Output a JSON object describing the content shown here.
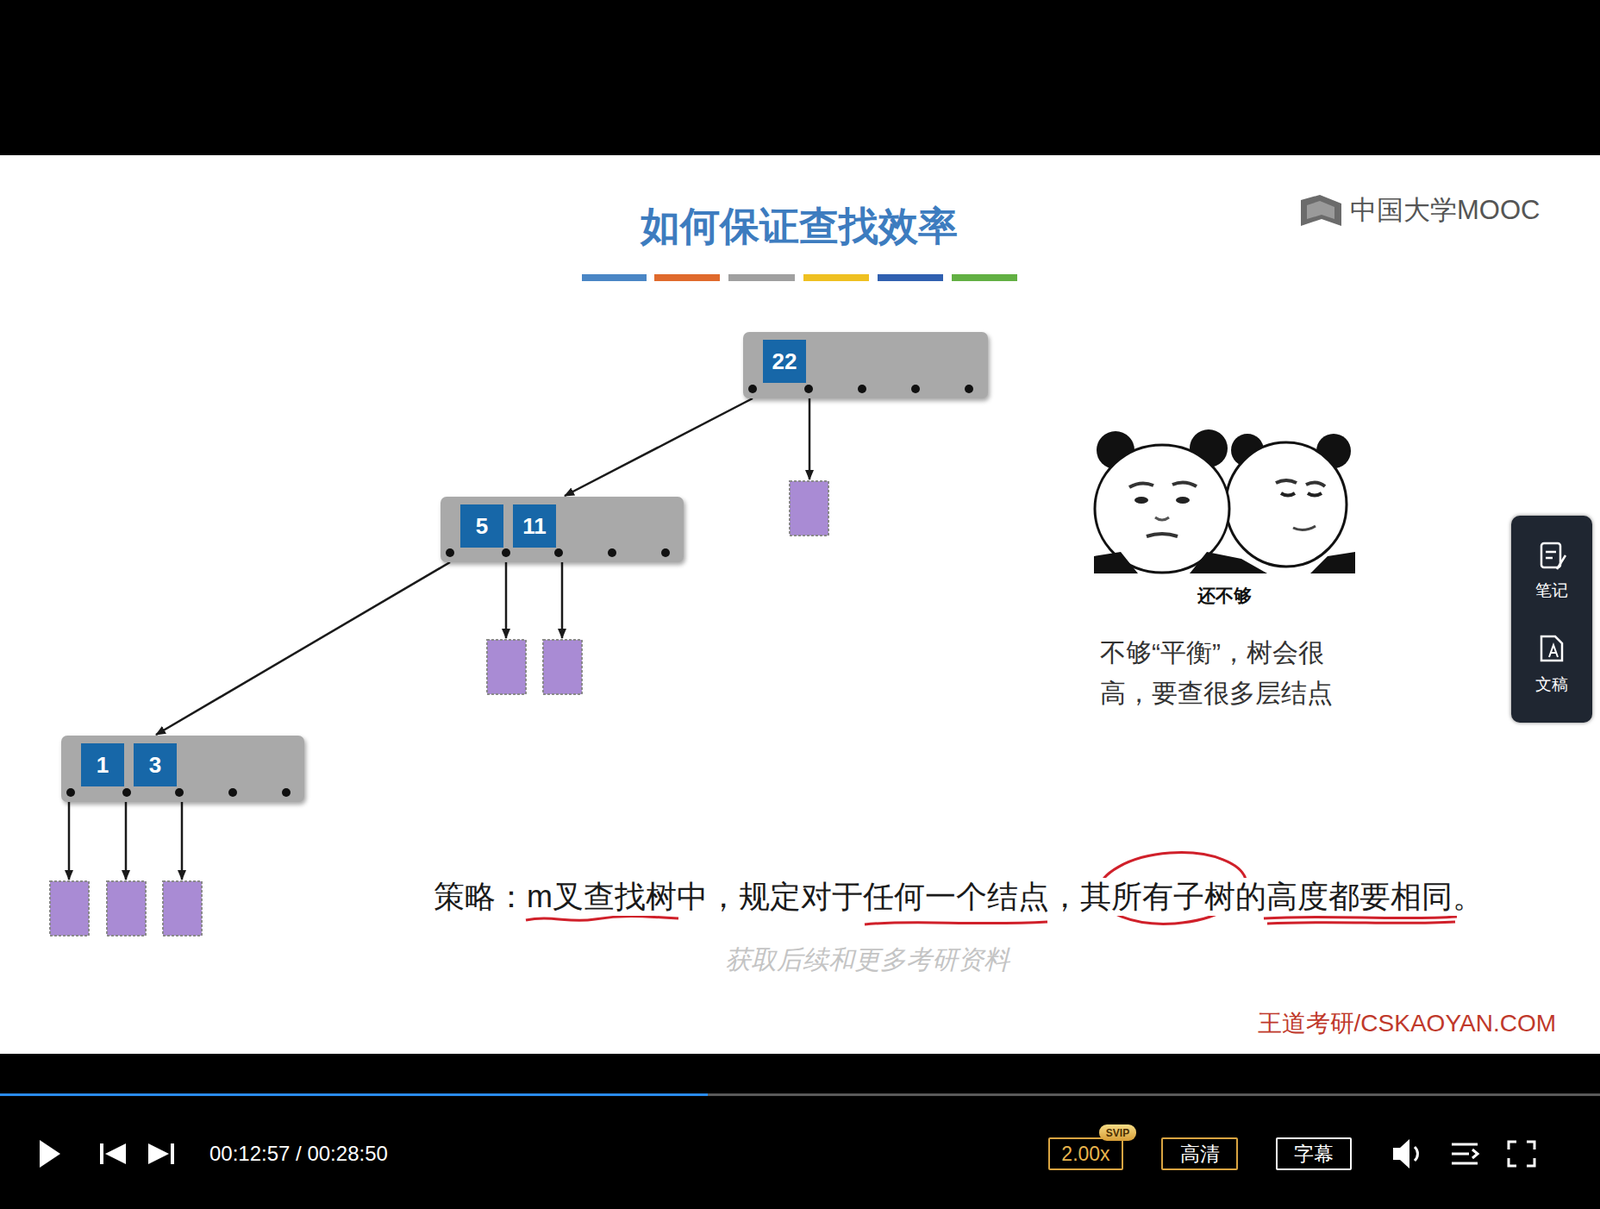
{
  "diagram": {
    "title": "如何保证查找效率",
    "nodes": [
      {
        "text": [
          "22"
        ]
      },
      {
        "text": [
          "5",
          "11"
        ]
      },
      {
        "text": [
          "笔记",
          "文稿"
        ]
      },
      {
        "text": [
          "1",
          "3"
        ]
      },
      {
        "text": [
          "SVIP"
        ]
      },
      {
        "text": [
          "2.00x"
        ]
      },
      {
        "text": [
          "高清"
        ]
      },
      {
        "text": [
          "字幕"
        ]
      }
    ],
    "edges": [
      {
        "from": 0,
        "to": 1,
        "arrow": "to"
      },
      {
        "from": 1,
        "to": 3,
        "arrow": "to"
      }
    ],
    "labels": [
      "中国大学MOOC",
      "还不够",
      "不够“平衡”，树会很高，要查很多层结点",
      "策略：m叉查找树中，规定对于任何一个结点，其所有子树的高度都要相同。",
      "获取后续和更多考研资料",
      "王道考研/CSKAOYAN.COM",
      "00:12:57 / 00:28:50"
    ]
  }
}
